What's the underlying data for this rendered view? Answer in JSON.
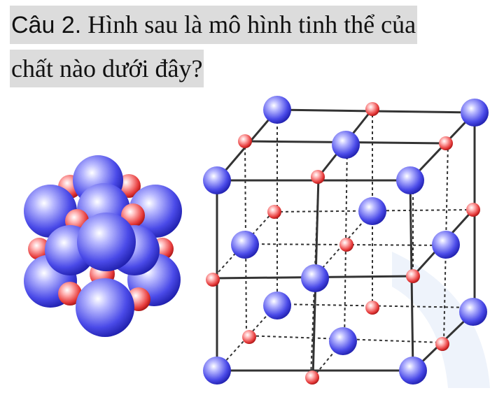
{
  "question": {
    "label": "Câu 2.",
    "text_line1": "Hình sau là mô hình tinh thể của",
    "text_line2": "chất nào dưới đây?"
  },
  "figure": {
    "large_atom_color": "#4f4fe6",
    "small_atom_color": "#e84a4a",
    "edge_color": "#333333"
  }
}
